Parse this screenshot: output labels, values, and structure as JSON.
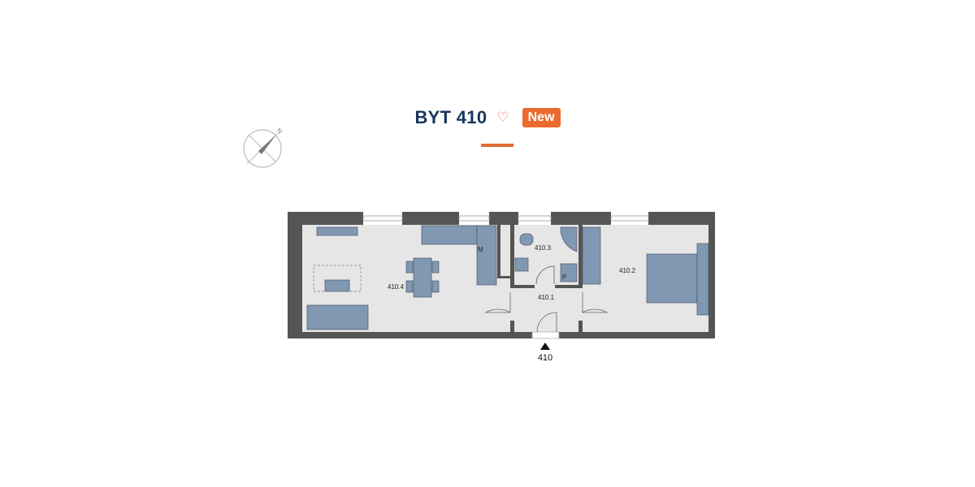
{
  "header": {
    "title": "BYT 410",
    "badge": "New",
    "favorite_icon": "heart-icon"
  },
  "compass": {
    "north_label": "N"
  },
  "floorplan": {
    "rooms": [
      {
        "id": "410.4"
      },
      {
        "id": "410.3"
      },
      {
        "id": "410.2"
      },
      {
        "id": "410.1"
      }
    ],
    "entrance_label": "410",
    "fixture_labels": {
      "washer": "M",
      "boiler": "P"
    }
  },
  "colors": {
    "accent": "#ec6a2f",
    "title": "#17365d",
    "wall": "#555555",
    "floor": "#e6e6e6",
    "furniture": "#8198b3"
  }
}
